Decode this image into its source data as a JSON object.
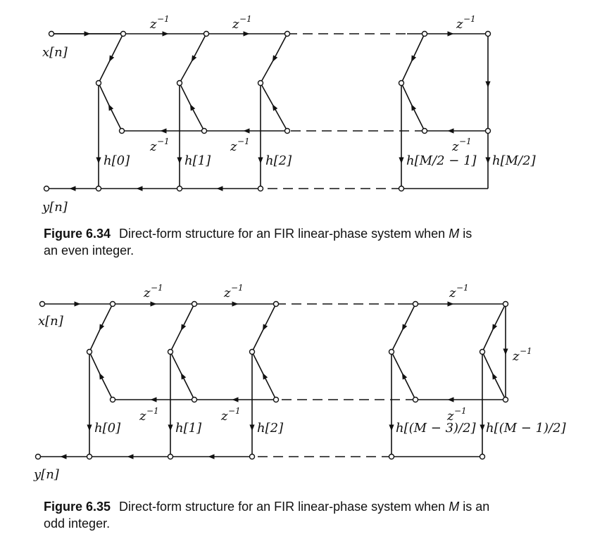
{
  "figure_34": {
    "input_label": "x[n]",
    "output_label": "y[n]",
    "delay_label": "z",
    "delay_exponent": "−1",
    "coefficients": [
      "h[0]",
      "h[1]",
      "h[2]",
      "h[M/2 − 1]",
      "h[M/2]"
    ],
    "caption_number": "Figure 6.34",
    "caption_part1": "Direct-form structure for an FIR linear-phase system when ",
    "caption_var": "M",
    "caption_part2": " is",
    "caption_line2": "an even integer."
  },
  "figure_35": {
    "input_label": "x[n]",
    "output_label": "y[n]",
    "delay_label": "z",
    "delay_exponent": "−1",
    "coefficients": [
      "h[0]",
      "h[1]",
      "h[2]",
      "h[(M − 3)/2]",
      "h[(M − 1)/2]"
    ],
    "caption_number": "Figure 6.35",
    "caption_part1": "Direct-form structure for an FIR linear-phase system when ",
    "caption_var": "M",
    "caption_part2": " is an",
    "caption_line2": "odd integer."
  }
}
